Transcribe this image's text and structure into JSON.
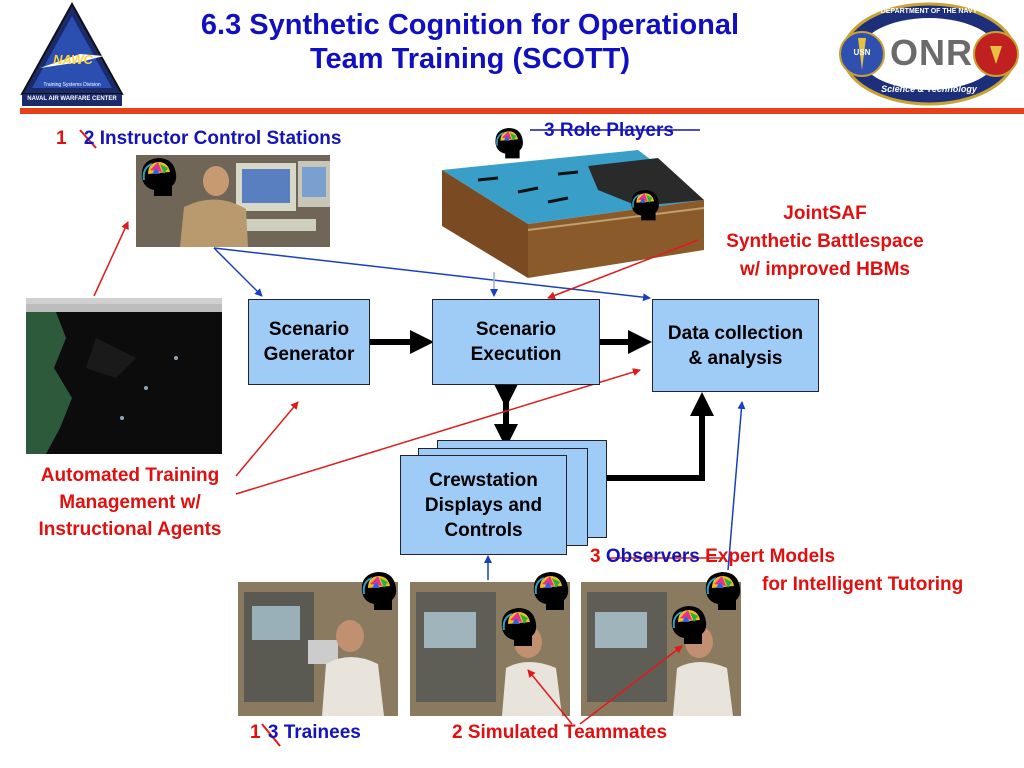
{
  "title": {
    "line1": "6.3 Synthetic Cognition for Operational",
    "line2": "Team Training (SCOTT)"
  },
  "logos": {
    "nawc_text": "NAWC",
    "nawc_sub1": "Training Systems Division",
    "nawc_sub2": "NAVAL AIR WARFARE CENTER",
    "onr_text": "ONR",
    "onr_top": "DEPARTMENT OF THE NAVY",
    "onr_bottom": "Science & Technology",
    "onr_usn": "USN"
  },
  "labels": {
    "instructor_old_num": "1",
    "instructor_new_num": "2",
    "instructor": "Instructor Control Stations",
    "role_players": "3 Role Players",
    "jointsaf_1": "JointSAF",
    "jointsaf_2": "Synthetic Battlespace",
    "jointsaf_3": "w/ improved HBMs",
    "auto_1": "Automated Training",
    "auto_2": "Management w/",
    "auto_3": "Instructional Agents",
    "observers_num": "3",
    "observers": "Observers",
    "expert_1": "Expert Models",
    "expert_2": "for Intelligent Tutoring",
    "trainees_old_num": "1",
    "trainees_new_num": "3",
    "trainees": "Trainees",
    "simulated": "2 Simulated Teammates"
  },
  "boxes": {
    "scenario_generator": [
      "Scenario",
      "Generator"
    ],
    "scenario_execution": [
      "Scenario",
      "Execution"
    ],
    "data_collection": [
      "Data collection",
      "& analysis"
    ],
    "crewstation": [
      "Crewstation",
      "Displays and",
      "Controls"
    ]
  },
  "colors": {
    "box_fill": "#9fcbf7",
    "title_blue": "#1010c0",
    "label_red": "#e01010",
    "label_blue": "#1414b8",
    "rule": "#e8401a"
  }
}
